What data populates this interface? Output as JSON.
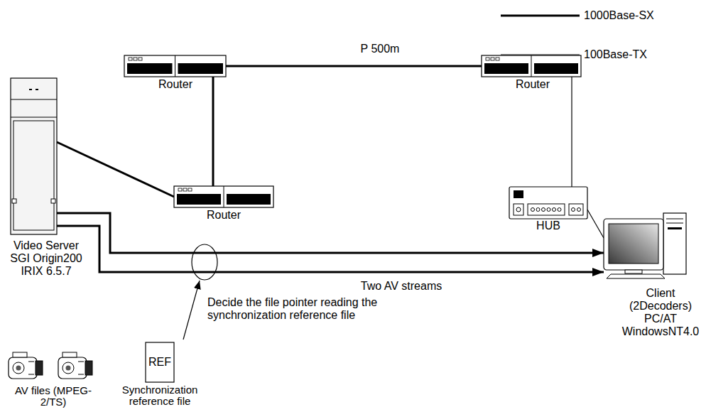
{
  "diagram": {
    "nodes": [
      {
        "text": [
          "Video Server SGI Origin200 IRIX 6.5.7"
        ]
      },
      {
        "text": [
          "Router"
        ]
      },
      {
        "text": [
          "Router"
        ]
      },
      {
        "text": [
          "Router"
        ]
      },
      {
        "text": [
          "HUB"
        ]
      },
      {
        "text": [
          "Client (2Decoders) PC/AT WindowsNT4.0"
        ]
      },
      {
        "text": [
          "REF",
          "Synchronization reference file"
        ]
      }
    ],
    "edges": [
      {
        "from": 0,
        "to": 1,
        "arrow": "none"
      },
      {
        "from": 1,
        "to": 2,
        "arrow": "none"
      },
      {
        "from": 2,
        "to": 3,
        "arrow": "none",
        "label": "P 500m"
      },
      {
        "from": 3,
        "to": 4,
        "arrow": "none"
      },
      {
        "from": 4,
        "to": 5,
        "arrow": "none"
      },
      {
        "from": 0,
        "to": 5,
        "arrow": "to"
      },
      {
        "from": 0,
        "to": 5,
        "arrow": "to",
        "label": "Two AV streams"
      }
    ],
    "labels": [
      "Decide the file pointer reading the synchronization reference file",
      "AV files (MPEG-2/TS)"
    ],
    "legend": [
      {
        "text": "1000Base-SX"
      },
      {
        "text": "100Base-TX"
      }
    ]
  }
}
